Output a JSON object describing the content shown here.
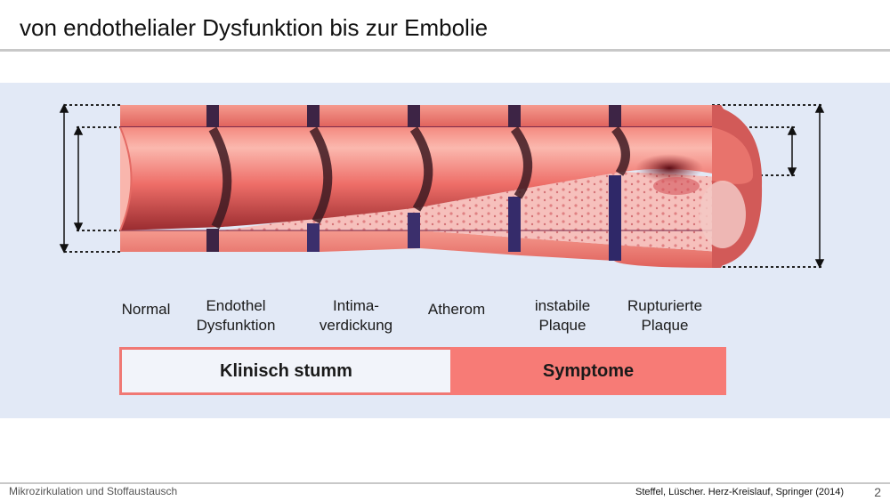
{
  "slide": {
    "title": "von endothelialer Dysfunktion bis zur Embolie",
    "page_number": "2"
  },
  "diagram": {
    "stages": [
      {
        "label": "Normal"
      },
      {
        "label": "Endothel\nDysfunktion"
      },
      {
        "label": "Intima-\nverdickung"
      },
      {
        "label": "Atherom"
      },
      {
        "label": "instabile\nPlaque"
      },
      {
        "label": "Rupturierte\nPlaque"
      }
    ],
    "phases": {
      "silent": "Klinisch stumm",
      "symptoms": "Symptome"
    },
    "colors": {
      "panel": "#e2e9f6",
      "vessel_wall": "#f07c72",
      "lumen": "#f08078",
      "plaque": "#f6c0bc",
      "symptoms": "#f77b76"
    }
  },
  "footer": {
    "course": "Mikrozirkulation und Stoffaustausch",
    "citation": "Steffel, Lüscher. Herz-Kreislauf, Springer (2014)"
  }
}
